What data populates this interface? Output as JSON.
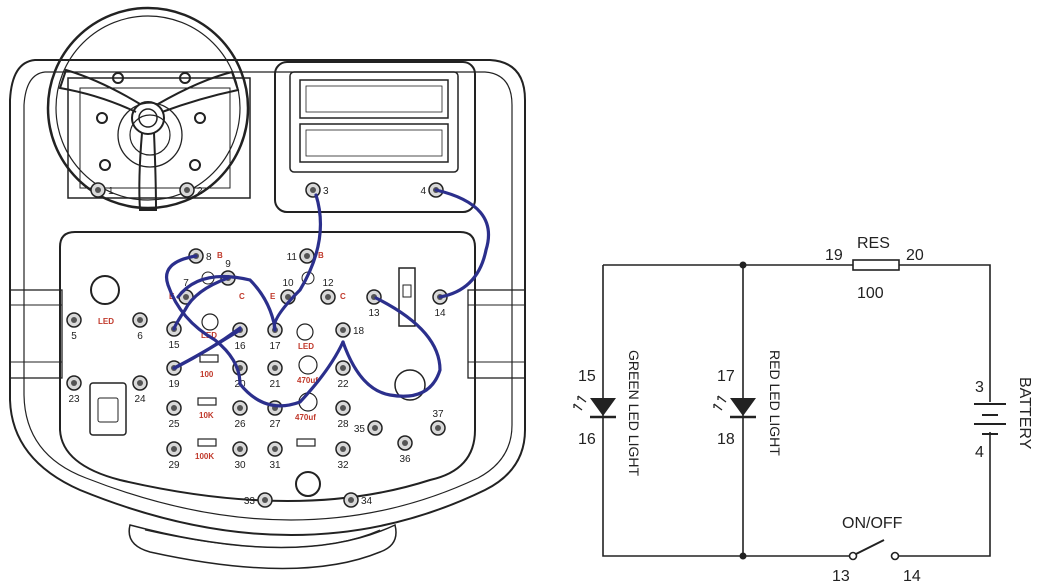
{
  "board": {
    "terminals": [
      {
        "id": "1",
        "label": "1"
      },
      {
        "id": "2",
        "label": "2"
      },
      {
        "id": "3",
        "label": "3"
      },
      {
        "id": "4",
        "label": "4"
      },
      {
        "id": "5",
        "label": "5"
      },
      {
        "id": "6",
        "label": "6"
      },
      {
        "id": "7",
        "label": "7"
      },
      {
        "id": "8",
        "label": "8"
      },
      {
        "id": "9",
        "label": "9"
      },
      {
        "id": "10",
        "label": "10"
      },
      {
        "id": "11",
        "label": "11"
      },
      {
        "id": "12",
        "label": "12"
      },
      {
        "id": "13",
        "label": "13"
      },
      {
        "id": "14",
        "label": "14"
      },
      {
        "id": "15",
        "label": "15"
      },
      {
        "id": "16",
        "label": "16"
      },
      {
        "id": "17",
        "label": "17"
      },
      {
        "id": "18",
        "label": "18"
      },
      {
        "id": "19",
        "label": "19"
      },
      {
        "id": "20",
        "label": "20"
      },
      {
        "id": "21",
        "label": "21"
      },
      {
        "id": "22",
        "label": "22"
      },
      {
        "id": "23",
        "label": "23"
      },
      {
        "id": "24",
        "label": "24"
      },
      {
        "id": "25",
        "label": "25"
      },
      {
        "id": "26",
        "label": "26"
      },
      {
        "id": "27",
        "label": "27"
      },
      {
        "id": "28",
        "label": "28"
      },
      {
        "id": "29",
        "label": "29"
      },
      {
        "id": "30",
        "label": "30"
      },
      {
        "id": "31",
        "label": "31"
      },
      {
        "id": "32",
        "label": "32"
      },
      {
        "id": "33",
        "label": "33"
      },
      {
        "id": "34",
        "label": "34"
      },
      {
        "id": "35",
        "label": "35"
      },
      {
        "id": "36",
        "label": "36"
      },
      {
        "id": "37",
        "label": "37"
      }
    ],
    "component_labels": {
      "led_left": "LED",
      "led_15_16": "LED",
      "led_17_18": "LED",
      "res_100": "100",
      "res_10k": "10K",
      "res_100k": "100K",
      "cap_470uf_a": "470uf",
      "cap_470uf_b": "470uf",
      "mark_b_8": "B",
      "mark_e_7": "E",
      "mark_c_9": "C",
      "mark_b_11": "B",
      "mark_e_10": "E",
      "mark_c_12": "C"
    },
    "wire_color": "#2b2f8c"
  },
  "schematic": {
    "res_label": "RES",
    "res_value": "100",
    "res_pin_left": "19",
    "res_pin_right": "20",
    "green_led_label": "GREEN LED LIGHT",
    "green_led_pin_top": "15",
    "green_led_pin_bottom": "16",
    "red_led_label": "RED LED LIGHT",
    "red_led_pin_top": "17",
    "red_led_pin_bottom": "18",
    "battery_label": "BATTERY",
    "battery_pin_top": "3",
    "battery_pin_bottom": "4",
    "switch_label": "ON/OFF",
    "switch_pin_left": "13",
    "switch_pin_right": "14"
  }
}
